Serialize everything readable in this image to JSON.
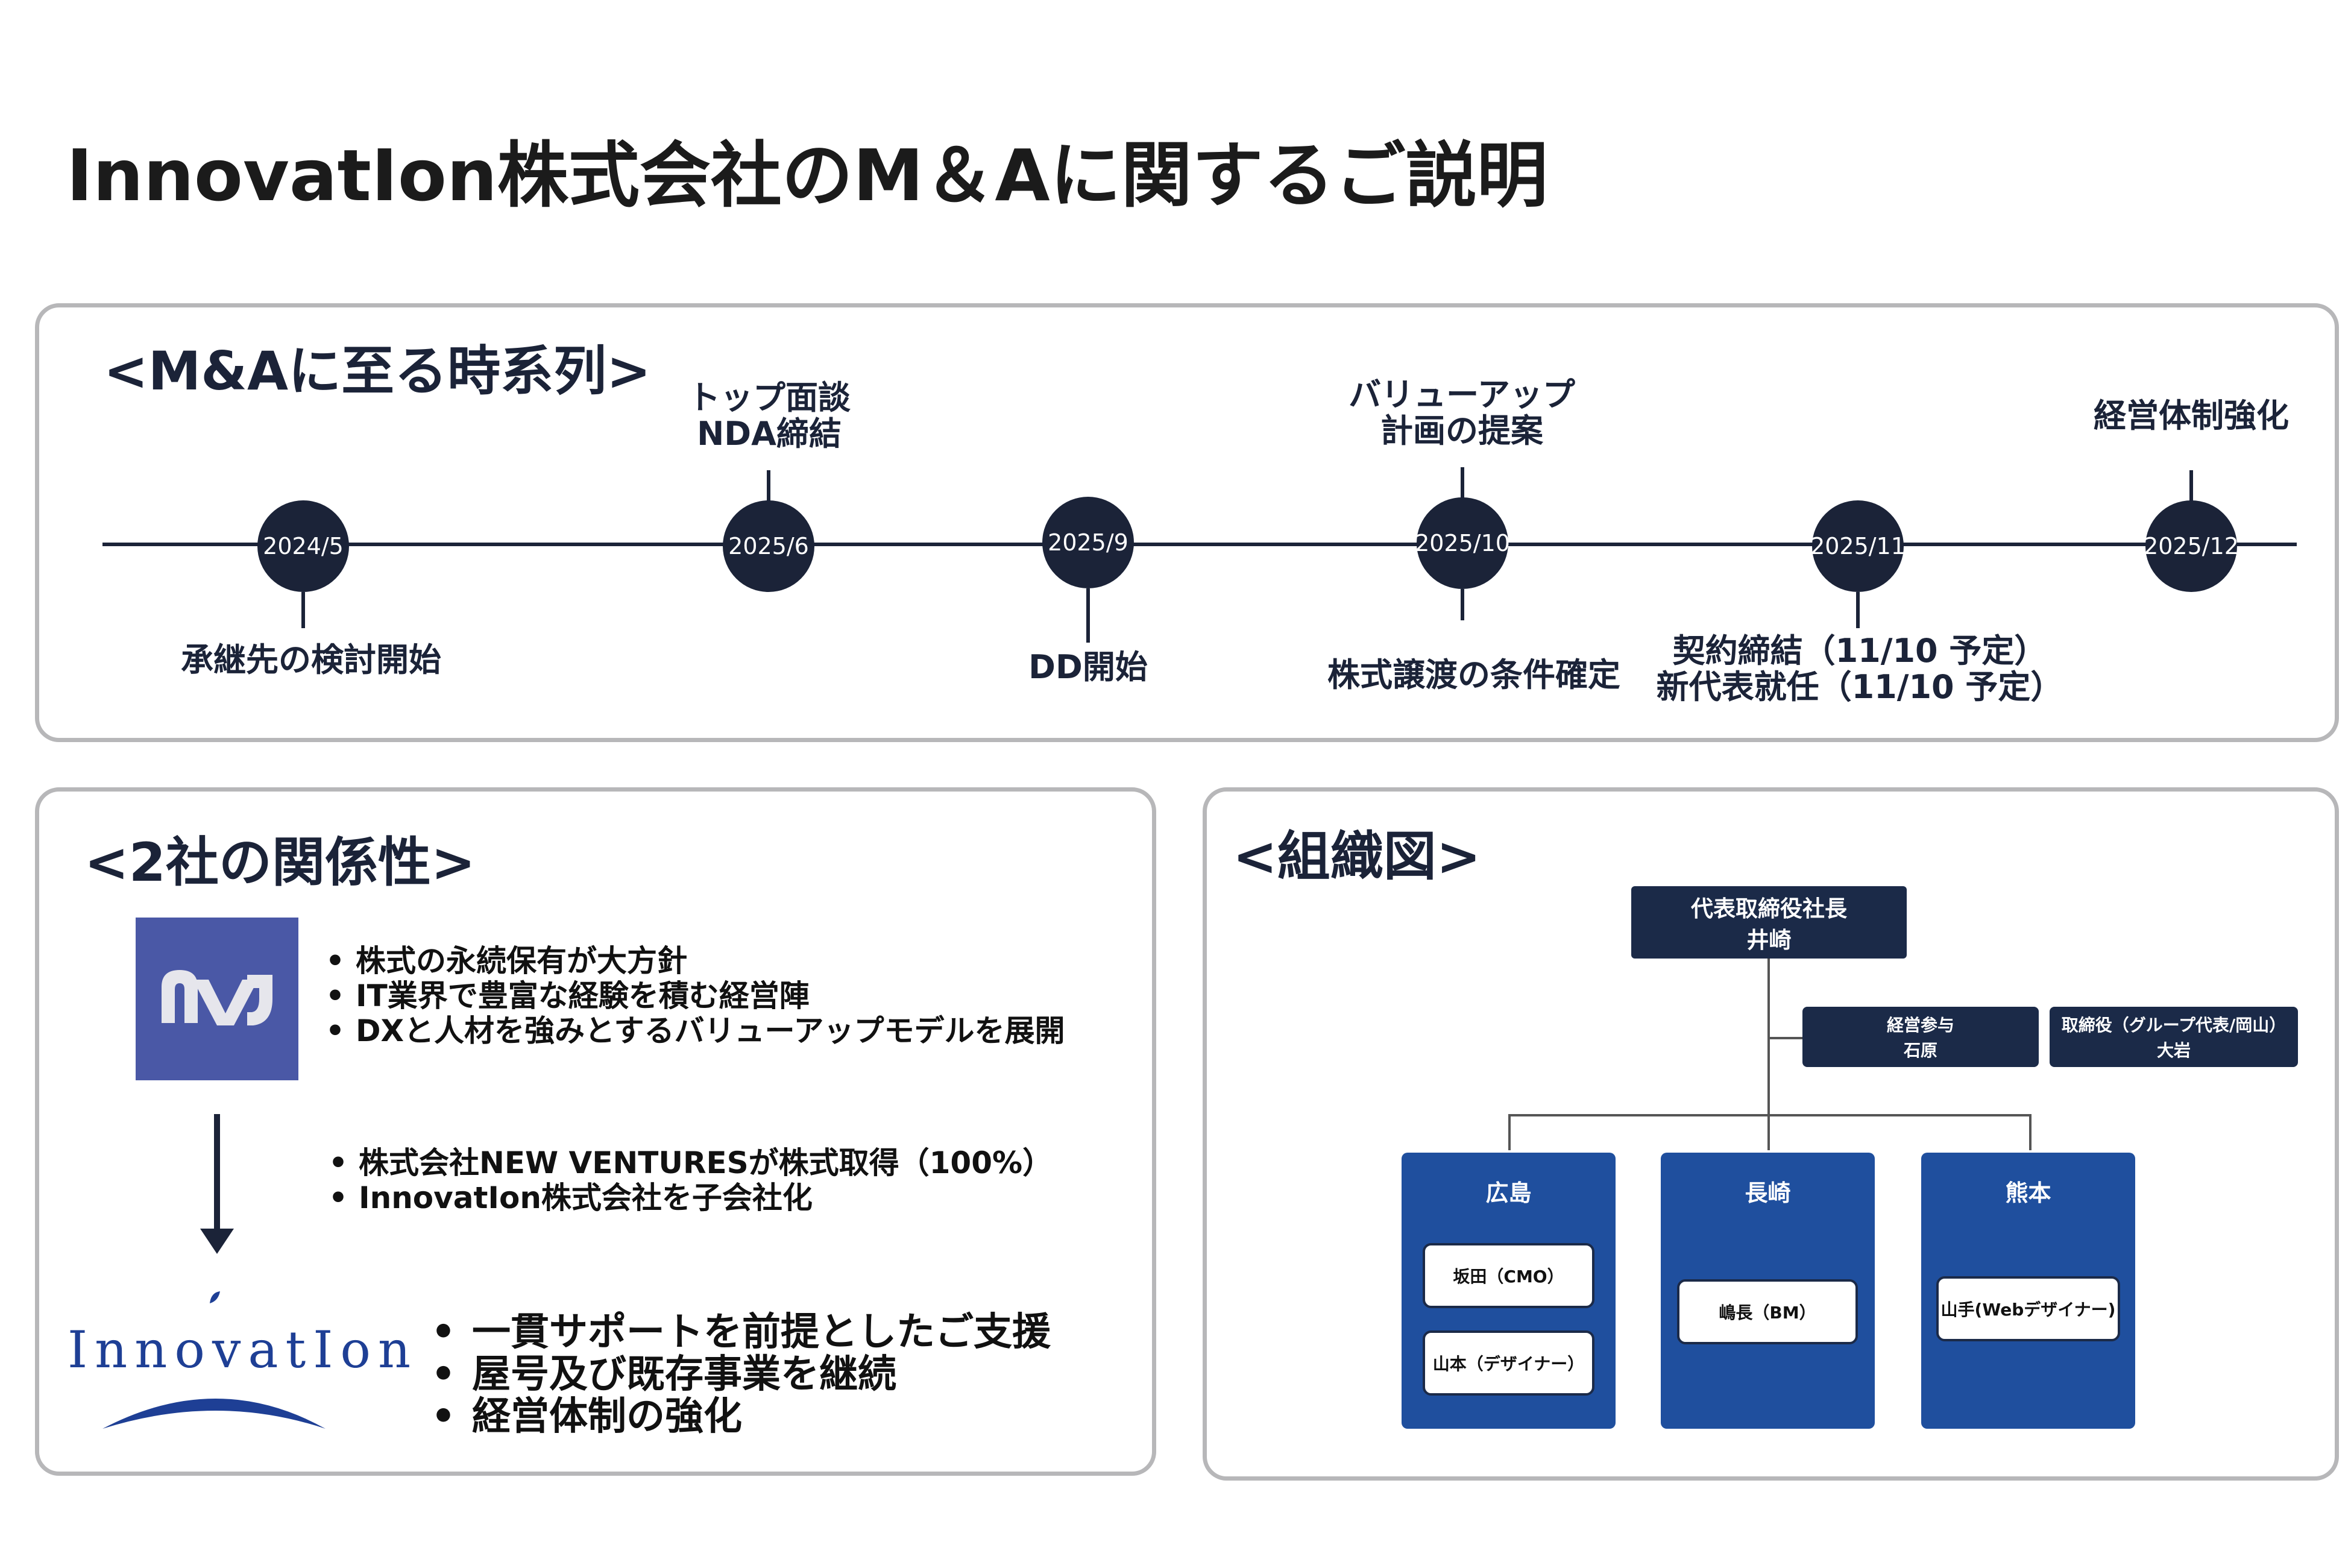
{
  "page_title": "InnovatIon株式会社のM＆Aに関するご説明",
  "timeline": {
    "heading": "<M&Aに至る時系列>",
    "nodes": [
      {
        "date": "2024/5",
        "event_lines": [
          "承継先の検討開始"
        ]
      },
      {
        "date": "2025/6",
        "event_lines": [
          "トップ面談",
          "NDA締結"
        ]
      },
      {
        "date": "2025/9",
        "event_lines": [
          "DD開始"
        ]
      },
      {
        "date": "2025/10",
        "event_lines": [
          "バリューアップ",
          "計画の提案"
        ],
        "event2_lines": [
          "株式譲渡の条件確定"
        ]
      },
      {
        "date": "2025/11",
        "event_lines": [
          "契約締結（11/10 予定）",
          "新代表就任（11/10 予定）"
        ]
      },
      {
        "date": "2025/12",
        "event_lines": [
          "経営体制強化"
        ]
      }
    ]
  },
  "relationship": {
    "heading": "<2社の関係性>",
    "nv_logo_text": "NV",
    "nv_bullets": [
      "株式の永続保有が大方針",
      "IT業界で豊富な経験を積む経営陣",
      "DXと人材を強みとするバリューアップモデルを展開"
    ],
    "deal_bullets": [
      "株式会社NEW VENTURESが株式取得（100%）",
      "InnovatIon株式会社を子会社化"
    ],
    "innovation_logo_text": "InnovatIon",
    "innovation_bullets": [
      "一貫サポートを前提としたご支援",
      "屋号及び既存事業を継続",
      "経営体制の強化"
    ]
  },
  "org": {
    "heading": "<組織図>",
    "ceo": {
      "role": "代表取締役社長",
      "name": "井崎"
    },
    "advisors": [
      {
        "role": "経営参与",
        "name": "石原"
      },
      {
        "role": "取締役（グループ代表/岡山）",
        "name": "大岩"
      }
    ],
    "branches": [
      {
        "name": "広島",
        "members": [
          "坂田（CMO）",
          "山本（デザイナー）"
        ]
      },
      {
        "name": "長崎",
        "members": [
          "嶋長（BM）"
        ]
      },
      {
        "name": "熊本",
        "members": [
          "山手(Webデザイナー)"
        ]
      }
    ],
    "colors": {
      "navy": "#1b2a48",
      "branch_blue": "#1f4f9e",
      "nv_purple": "#4a58a6",
      "innovation_blue": "#1e3f95"
    }
  }
}
